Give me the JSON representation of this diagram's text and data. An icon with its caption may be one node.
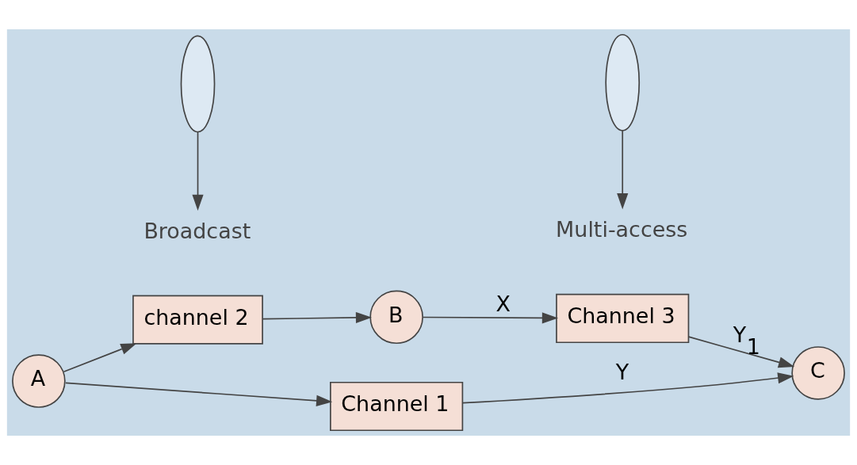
{
  "diagram": {
    "nodes": [
      {
        "text": [
          "A"
        ]
      },
      {
        "text": [
          "B"
        ]
      },
      {
        "text": [
          "C"
        ]
      },
      {
        "text": [
          "channel 2"
        ]
      },
      {
        "text": [
          "Channel 3"
        ]
      },
      {
        "text": [
          "Channel 1"
        ]
      },
      {
        "text": [],
        "shape": "ellipse"
      },
      {
        "text": [],
        "shape": "ellipse"
      },
      {
        "text": [
          "Broadcast"
        ]
      },
      {
        "text": [
          "Multi-access"
        ]
      }
    ],
    "edges": [
      {
        "from": 0,
        "to": 3,
        "arrow": "to"
      },
      {
        "from": 3,
        "to": 1,
        "arrow": "to"
      },
      {
        "from": 1,
        "to": 4,
        "arrow": "to",
        "label": "X"
      },
      {
        "from": 4,
        "to": 2,
        "arrow": "to",
        "label": "Y$_{1}$"
      },
      {
        "from": 0,
        "to": 5,
        "arrow": "to"
      },
      {
        "from": 5,
        "to": 2,
        "arrow": "to",
        "label": "Y"
      },
      {
        "from": 6,
        "to": 8,
        "arrow": "to"
      },
      {
        "from": 7,
        "to": 9,
        "arrow": "to"
      }
    ]
  }
}
